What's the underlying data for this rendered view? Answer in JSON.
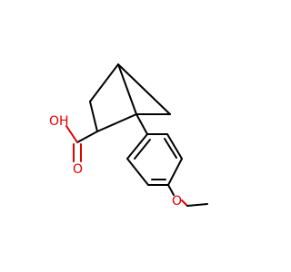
{
  "molecule": {
    "atoms": {
      "hydroxyl_label": "OH",
      "carbonyl_o_label": "O",
      "methoxy_o_label": "O"
    },
    "colors": {
      "bond": "#000000",
      "oxygen": "#e00000",
      "background": "#ffffff"
    }
  }
}
